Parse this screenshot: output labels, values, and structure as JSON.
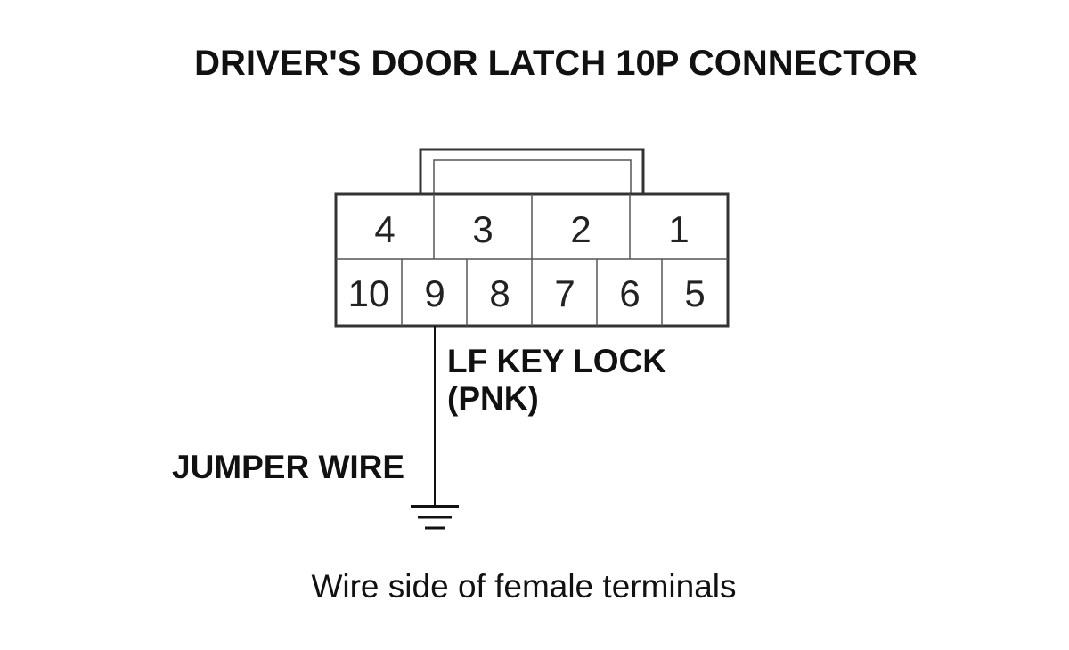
{
  "title": "DRIVER'S DOOR LATCH 10P CONNECTOR",
  "pins": {
    "top": [
      "4",
      "3",
      "2",
      "1"
    ],
    "bottom": [
      "10",
      "9",
      "8",
      "7",
      "6",
      "5"
    ]
  },
  "wire_label": {
    "line1": "LF KEY LOCK",
    "line2": "(PNK)"
  },
  "jumper_label": "JUMPER WIRE",
  "caption": "Wire side of female terminals"
}
